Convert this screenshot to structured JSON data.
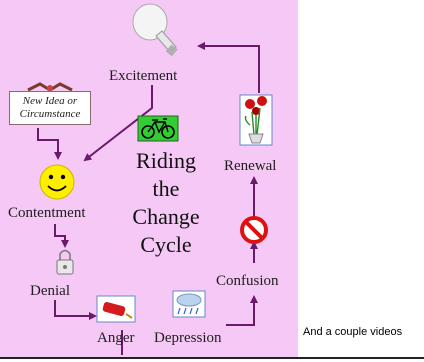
{
  "diagram": {
    "title_lines": [
      "Riding",
      "the",
      "Change",
      "Cycle"
    ],
    "stages": {
      "excitement": "Excitement",
      "new_idea_line1": "New Idea or",
      "new_idea_line2": "Circumstance",
      "contentment": "Contentment",
      "denial": "Denial",
      "anger": "Anger",
      "depression": "Depression",
      "confusion": "Confusion",
      "renewal": "Renewal"
    },
    "colors": {
      "background": "#f5c8f5",
      "arrow": "#6a1a6a",
      "bike_box": "#33cc33",
      "smiley": "#ffee00",
      "no_sign": "#dd1111"
    },
    "icons": [
      "lightbulb-icon",
      "bicycle-icon",
      "smiley-icon",
      "ribbon-icon",
      "padlock-icon",
      "firecracker-icon",
      "rain-cloud-icon",
      "no-sign-icon",
      "flower-vase-icon"
    ]
  },
  "side_note": "And a couple videos"
}
